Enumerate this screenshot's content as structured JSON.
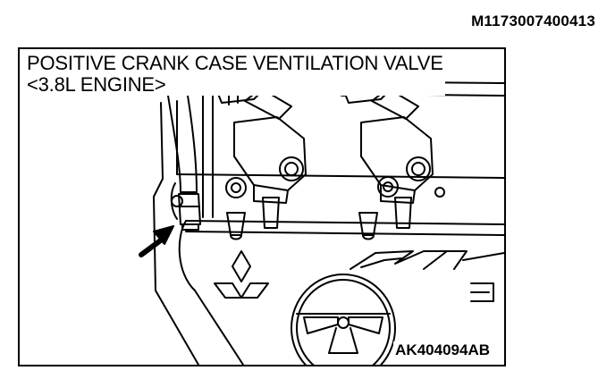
{
  "header": {
    "doc_id": "M1173007400413"
  },
  "figure": {
    "title_line1": "POSITIVE CRANK CASE VENTILATION VALVE",
    "title_line2": "<3.8L ENGINE>",
    "code": "AK404094AB",
    "colors": {
      "ink": "#000000",
      "paper": "#ffffff"
    }
  }
}
